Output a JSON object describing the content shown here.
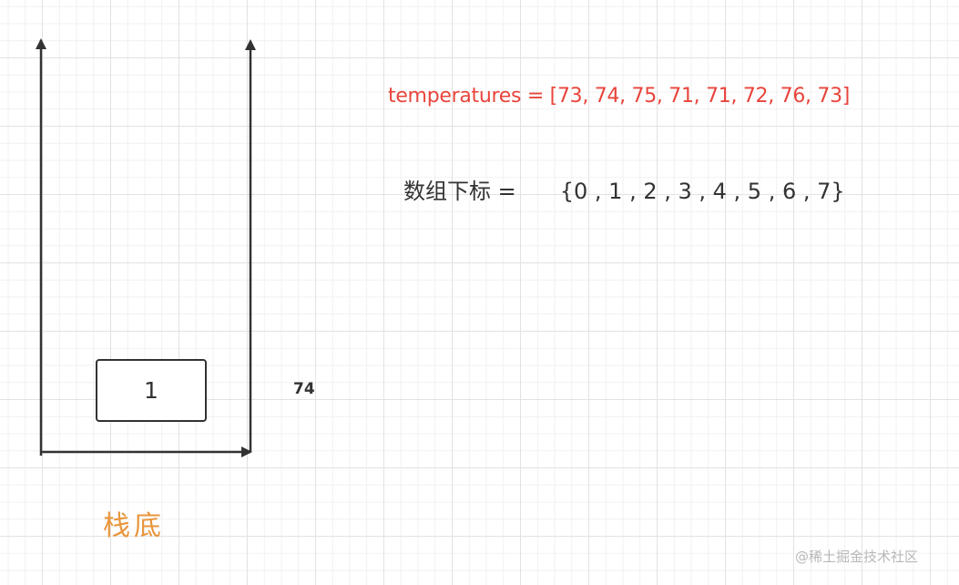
{
  "diagram": {
    "array_label": "temperatures = [73, 74, 75, 71, 71, 72, 76, 73]",
    "index_label_prefix": "数组下标 =",
    "index_label_values": "{0 , 1 , 2 , 3 , 4 , 5 , 6 , 7}",
    "stack": {
      "items": [
        {
          "value": "1"
        }
      ],
      "bottom_label": "栈底",
      "current_value": "74"
    },
    "watermark": "@稀土掘金技术社区",
    "colors": {
      "array_text": "#e8453c",
      "index_text": "#333333",
      "bottom_label": "#e8953c",
      "stroke": "#333333",
      "grid_major": "#e2e2e2",
      "grid_minor": "#f0f0f0"
    }
  }
}
